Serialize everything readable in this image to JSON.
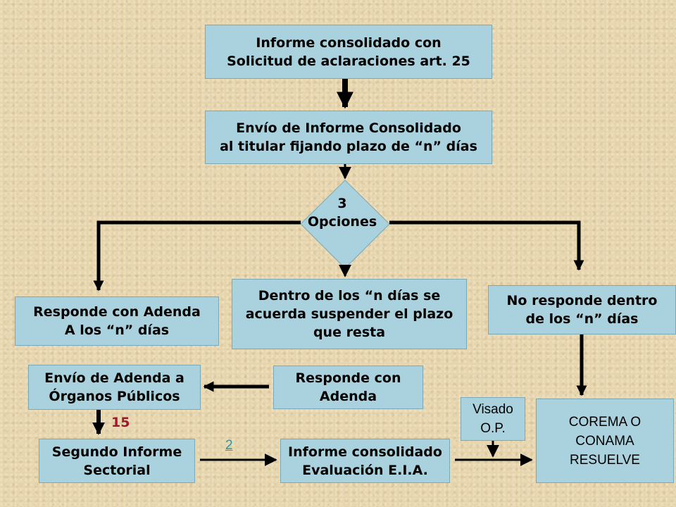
{
  "nodes": {
    "informe_consolidado_inicial": {
      "lines": [
        "Informe consolidado con",
        "Solicitud de aclaraciones art. 25"
      ]
    },
    "envio_informe": {
      "lines": [
        "Envío de Informe Consolidado",
        "al titular fijando plazo de “n” días"
      ]
    },
    "opciones": {
      "lines": [
        "3",
        "Opciones"
      ]
    },
    "responde_adenda_n": {
      "lines": [
        "Responde con Adenda",
        "A los “n” días"
      ]
    },
    "suspender_plazo": {
      "lines": [
        "Dentro de los “n días se",
        "acuerda suspender el plazo",
        "que resta"
      ]
    },
    "no_responde": {
      "lines": [
        "No responde dentro",
        "de los “n” días"
      ]
    },
    "envio_adenda": {
      "lines": [
        "Envío de Adenda a",
        "Órganos Públicos"
      ]
    },
    "responde_adenda": {
      "lines": [
        "Responde con",
        "Adenda"
      ]
    },
    "visado": {
      "lines": [
        "Visado",
        "O.P."
      ]
    },
    "corema": {
      "lines": [
        "COREMA O",
        "CONAMA",
        "RESUELVE"
      ]
    },
    "segundo_informe": {
      "lines": [
        "Segundo Informe",
        "Sectorial"
      ]
    },
    "informe_eia": {
      "lines": [
        "Informe consolidado",
        "Evaluación E.I.A."
      ]
    }
  },
  "labels": {
    "plazo_adenda": "15",
    "plazo_segundo": "2"
  },
  "colors": {
    "box_fill": "#a9d2de",
    "arrow": "#000000",
    "number_red": "#9c1a2e",
    "link": "#1f9bb3"
  }
}
